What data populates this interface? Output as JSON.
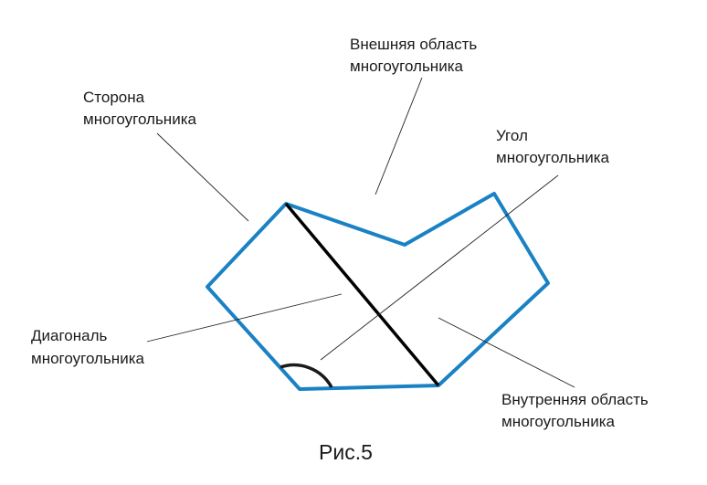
{
  "labels": {
    "outer_area": [
      "Внешняя область",
      "многоугольника"
    ],
    "side": [
      "Сторона",
      "многоугольника"
    ],
    "angle": [
      "Угол",
      "многоугольника"
    ],
    "diagonal": [
      "Диагональ",
      "многоугольника"
    ],
    "inner_area": [
      "Внутренняя область",
      "многоугольника"
    ]
  },
  "caption": "Рис.5",
  "colors": {
    "polygon": "#1a82c4",
    "diagonal": "#000000",
    "angle_arc": "#1a1a1a",
    "leader": "#222222",
    "text": "#1a1a1a"
  }
}
